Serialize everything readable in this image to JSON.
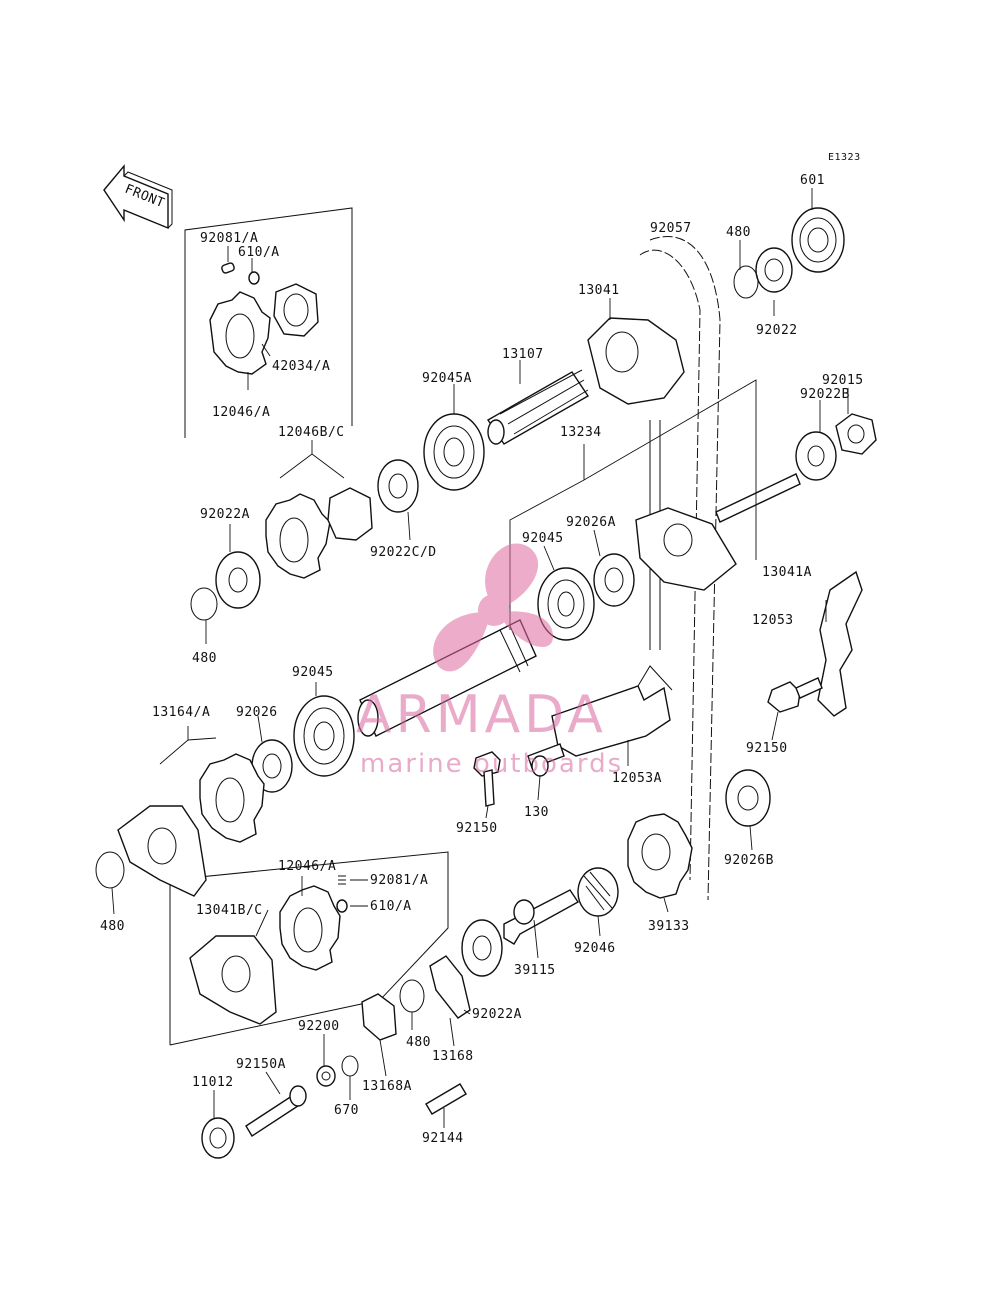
{
  "diagram": {
    "code": "E1323",
    "front_label": "FRONT",
    "labels": [
      {
        "id": "l-601",
        "text": "601"
      },
      {
        "id": "l-92057",
        "text": "92057"
      },
      {
        "id": "l-480-top",
        "text": "480"
      },
      {
        "id": "l-92022",
        "text": "92022"
      },
      {
        "id": "l-13041",
        "text": "13041"
      },
      {
        "id": "l-92081a-top",
        "text": "92081/A"
      },
      {
        "id": "l-610a-top",
        "text": "610/A"
      },
      {
        "id": "l-42034a",
        "text": "42034/A"
      },
      {
        "id": "l-12046a-top",
        "text": "12046/A"
      },
      {
        "id": "l-13107",
        "text": "13107"
      },
      {
        "id": "l-92045a",
        "text": "92045A"
      },
      {
        "id": "l-92015",
        "text": "92015"
      },
      {
        "id": "l-92022b",
        "text": "92022B"
      },
      {
        "id": "l-12046bc",
        "text": "12046B/C"
      },
      {
        "id": "l-13234",
        "text": "13234"
      },
      {
        "id": "l-92022a-left",
        "text": "92022A"
      },
      {
        "id": "l-92022cd",
        "text": "92022C/D"
      },
      {
        "id": "l-92026a",
        "text": "92026A"
      },
      {
        "id": "l-92045-mid",
        "text": "92045"
      },
      {
        "id": "l-13041a",
        "text": "13041A"
      },
      {
        "id": "l-12053",
        "text": "12053"
      },
      {
        "id": "l-480-left",
        "text": "480"
      },
      {
        "id": "l-92045-low",
        "text": "92045"
      },
      {
        "id": "l-13164a",
        "text": "13164/A"
      },
      {
        "id": "l-92026",
        "text": "92026"
      },
      {
        "id": "l-92150-right",
        "text": "92150"
      },
      {
        "id": "l-12053a",
        "text": "12053A"
      },
      {
        "id": "l-92150-mid",
        "text": "92150"
      },
      {
        "id": "l-130",
        "text": "130"
      },
      {
        "id": "l-92026b",
        "text": "92026B"
      },
      {
        "id": "l-12046a-low",
        "text": "12046/A"
      },
      {
        "id": "l-92081a-low",
        "text": "92081/A"
      },
      {
        "id": "l-610a-low",
        "text": "610/A"
      },
      {
        "id": "l-13041bc",
        "text": "13041B/C"
      },
      {
        "id": "l-480-bl",
        "text": "480"
      },
      {
        "id": "l-39133",
        "text": "39133"
      },
      {
        "id": "l-92046",
        "text": "92046"
      },
      {
        "id": "l-39115",
        "text": "39115"
      },
      {
        "id": "l-92022a-low",
        "text": "92022A"
      },
      {
        "id": "l-480-low",
        "text": "480"
      },
      {
        "id": "l-13168",
        "text": "13168"
      },
      {
        "id": "l-92200",
        "text": "92200"
      },
      {
        "id": "l-92150a",
        "text": "92150A"
      },
      {
        "id": "l-13168a",
        "text": "13168A"
      },
      {
        "id": "l-11012",
        "text": "11012"
      },
      {
        "id": "l-670",
        "text": "670"
      },
      {
        "id": "l-92144",
        "text": "92144"
      }
    ]
  },
  "watermark": {
    "brand": "ARMADA",
    "tagline": "marine outboards",
    "color": "#e06aa0"
  }
}
